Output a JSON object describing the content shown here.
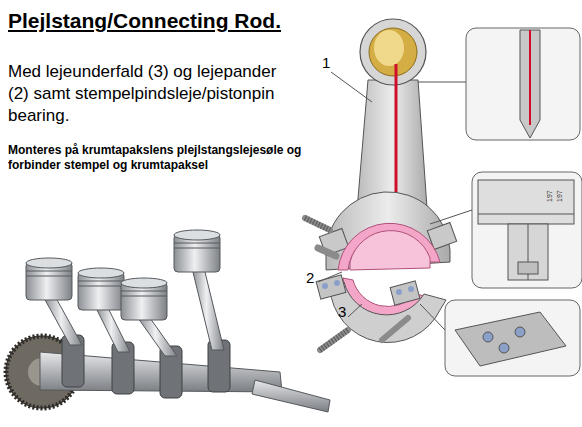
{
  "diagram": {
    "title": "Plejlstang/Connecting Rod.",
    "labels": [
      "Med lejeunderfald (3) og lejepander (2) samt stempelpindsleje/pistonpin bearing.",
      "Monteres på krumtapakslens plejlstangslejesøle og forbinder stempel og krumtapaksel",
      "1",
      "2",
      "3",
      "197",
      "197"
    ]
  }
}
